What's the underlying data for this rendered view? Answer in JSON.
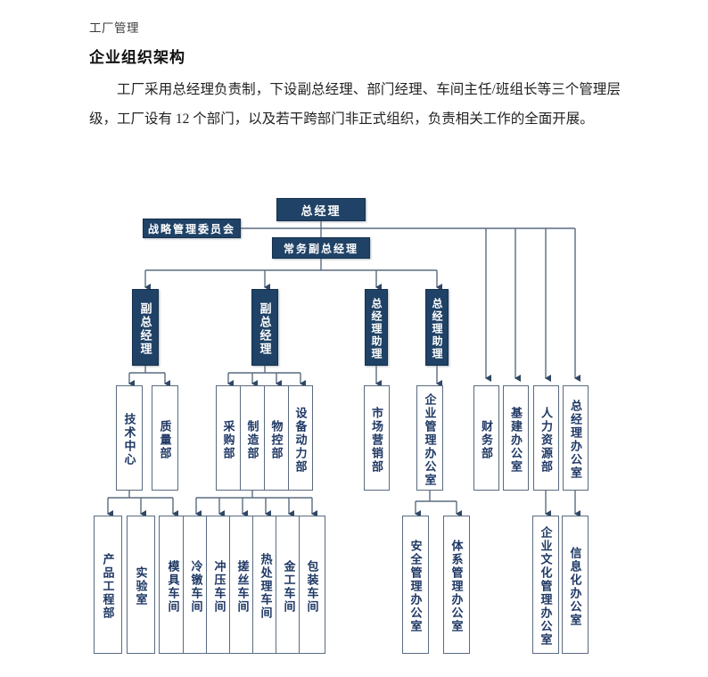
{
  "document": {
    "header": "工厂管理",
    "title": "企业组织架构",
    "paragraph": "工厂采用总经理负责制，下设副总经理、部门经理、车间主任/班组长等三个管理层级，工厂设有 12 个部门，以及若干跨部门非正式组织，负责相关工作的全面开展。"
  },
  "colors": {
    "node_fill": "#1F4266",
    "node_fill_border": "#16314C",
    "node_outline_border": "#5A6B80",
    "node_outline_text": "#1F3864",
    "connector": "#5A6B80",
    "page_background": "#FFFFFF"
  },
  "chart_data": {
    "type": "diagram",
    "title": "企业组织架构",
    "orientation": "top-down",
    "levels": 4,
    "nodes": [
      {
        "id": "gm",
        "label": "总经理",
        "level": 0,
        "style": "filled",
        "text": "horizontal"
      },
      {
        "id": "smc",
        "label": "战略管理委员会",
        "level": 0,
        "style": "filled",
        "text": "horizontal"
      },
      {
        "id": "edgm",
        "label": "常务副总经理",
        "level": 1,
        "style": "filled",
        "text": "horizontal"
      },
      {
        "id": "vgm1",
        "label": "副总经理",
        "level": 2,
        "style": "filled",
        "text": "vertical"
      },
      {
        "id": "vgm2",
        "label": "副总经理",
        "level": 2,
        "style": "filled",
        "text": "vertical"
      },
      {
        "id": "asst1",
        "label": "总经理助理",
        "level": 2,
        "style": "filled",
        "text": "vertical"
      },
      {
        "id": "asst2",
        "label": "总经理助理",
        "level": 2,
        "style": "filled",
        "text": "vertical"
      },
      {
        "id": "tech",
        "label": "技术中心",
        "level": 3,
        "style": "outlined",
        "text": "vertical"
      },
      {
        "id": "quality",
        "label": "质量部",
        "level": 3,
        "style": "outlined",
        "text": "vertical"
      },
      {
        "id": "purchase",
        "label": "采购部",
        "level": 3,
        "style": "outlined",
        "text": "vertical"
      },
      {
        "id": "manufact",
        "label": "制造部",
        "level": 3,
        "style": "outlined",
        "text": "vertical"
      },
      {
        "id": "matctrl",
        "label": "物控部",
        "level": 3,
        "style": "outlined",
        "text": "vertical"
      },
      {
        "id": "equip",
        "label": "设备动力部",
        "level": 3,
        "style": "outlined",
        "text": "vertical"
      },
      {
        "id": "market",
        "label": "市场营销部",
        "level": 3,
        "style": "outlined",
        "text": "vertical"
      },
      {
        "id": "entmgmt",
        "label": "企业管理办公室",
        "level": 3,
        "style": "outlined",
        "text": "vertical"
      },
      {
        "id": "finance",
        "label": "财务部",
        "level": 3,
        "style": "outlined",
        "text": "vertical"
      },
      {
        "id": "infra",
        "label": "基建办公室",
        "level": 3,
        "style": "outlined",
        "text": "vertical"
      },
      {
        "id": "hr",
        "label": "人力资源部",
        "level": 3,
        "style": "outlined",
        "text": "vertical"
      },
      {
        "id": "gmoffice",
        "label": "总经理办公室",
        "level": 3,
        "style": "outlined",
        "text": "vertical"
      },
      {
        "id": "prodeng",
        "label": "产品工程部",
        "level": 4,
        "style": "outlined",
        "text": "vertical"
      },
      {
        "id": "lab",
        "label": "实验室",
        "level": 4,
        "style": "outlined",
        "text": "vertical"
      },
      {
        "id": "mould",
        "label": "模具车间",
        "level": 4,
        "style": "outlined",
        "text": "vertical"
      },
      {
        "id": "cold",
        "label": "冷镦车间",
        "level": 4,
        "style": "outlined",
        "text": "vertical"
      },
      {
        "id": "stamp",
        "label": "冲压车间",
        "level": 4,
        "style": "outlined",
        "text": "vertical"
      },
      {
        "id": "thread",
        "label": "搓丝车间",
        "level": 4,
        "style": "outlined",
        "text": "vertical"
      },
      {
        "id": "heat",
        "label": "热处理车间",
        "level": 4,
        "style": "outlined",
        "text": "vertical"
      },
      {
        "id": "metal",
        "label": "金工车间",
        "level": 4,
        "style": "outlined",
        "text": "vertical"
      },
      {
        "id": "package",
        "label": "包装车间",
        "level": 4,
        "style": "outlined",
        "text": "vertical"
      },
      {
        "id": "safety",
        "label": "安全管理办公室",
        "level": 4,
        "style": "outlined",
        "text": "vertical"
      },
      {
        "id": "system",
        "label": "体系管理办公室",
        "level": 4,
        "style": "outlined",
        "text": "vertical"
      },
      {
        "id": "culture",
        "label": "企业文化管理办公室",
        "level": 4,
        "style": "outlined",
        "text": "vertical"
      },
      {
        "id": "it",
        "label": "信息化办公室",
        "level": 4,
        "style": "outlined",
        "text": "vertical"
      }
    ],
    "edges": [
      {
        "from": "gm",
        "to": "smc"
      },
      {
        "from": "gm",
        "to": "edgm"
      },
      {
        "from": "gm",
        "to": "finance"
      },
      {
        "from": "gm",
        "to": "infra"
      },
      {
        "from": "gm",
        "to": "hr"
      },
      {
        "from": "gm",
        "to": "gmoffice"
      },
      {
        "from": "edgm",
        "to": "vgm1"
      },
      {
        "from": "edgm",
        "to": "vgm2"
      },
      {
        "from": "edgm",
        "to": "asst1"
      },
      {
        "from": "edgm",
        "to": "asst2"
      },
      {
        "from": "vgm1",
        "to": "tech"
      },
      {
        "from": "vgm1",
        "to": "quality"
      },
      {
        "from": "vgm2",
        "to": "purchase"
      },
      {
        "from": "vgm2",
        "to": "manufact"
      },
      {
        "from": "vgm2",
        "to": "matctrl"
      },
      {
        "from": "vgm2",
        "to": "equip"
      },
      {
        "from": "asst1",
        "to": "market"
      },
      {
        "from": "asst2",
        "to": "entmgmt"
      },
      {
        "from": "tech",
        "to": "prodeng"
      },
      {
        "from": "tech",
        "to": "lab"
      },
      {
        "from": "tech",
        "to": "mould"
      },
      {
        "from": "manufact",
        "to": "cold"
      },
      {
        "from": "manufact",
        "to": "stamp"
      },
      {
        "from": "manufact",
        "to": "thread"
      },
      {
        "from": "manufact",
        "to": "heat"
      },
      {
        "from": "manufact",
        "to": "metal"
      },
      {
        "from": "manufact",
        "to": "package"
      },
      {
        "from": "entmgmt",
        "to": "safety"
      },
      {
        "from": "entmgmt",
        "to": "system"
      },
      {
        "from": "hr",
        "to": "culture"
      },
      {
        "from": "gmoffice",
        "to": "it"
      }
    ]
  }
}
